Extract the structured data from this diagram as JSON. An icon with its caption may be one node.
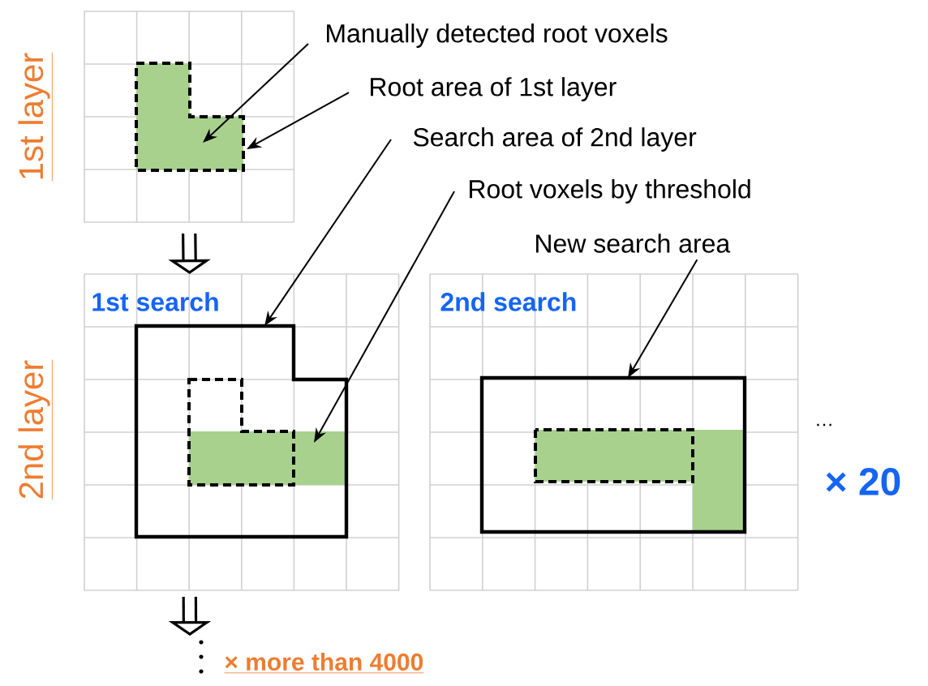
{
  "diagram": {
    "nodes": [
      {
        "text": [],
        "shape": "box"
      },
      {
        "text": [],
        "shape": "box",
        "in": 0
      },
      {
        "text": [
          "Manually detected root voxels"
        ]
      },
      {
        "text": [
          "Root area of 1st layer"
        ]
      },
      {
        "text": [
          "Search area of 2nd layer"
        ]
      },
      {
        "text": [
          "Root voxels by threshold"
        ]
      },
      {
        "text": [
          "New search area"
        ]
      },
      {
        "text": [
          "1st search"
        ]
      },
      {
        "text": [],
        "shape": "box",
        "in": 7
      },
      {
        "text": [],
        "shape": "box",
        "in": 8
      },
      {
        "text": [
          "2nd search"
        ]
      },
      {
        "text": [],
        "shape": "box",
        "in": 10
      }
    ],
    "edges": [
      {
        "from": 2,
        "to": 1,
        "arrow": "to"
      },
      {
        "from": 3,
        "to": 1,
        "arrow": "to"
      },
      {
        "from": 4,
        "to": 8,
        "arrow": "to"
      },
      {
        "from": 5,
        "to": 9,
        "arrow": "to"
      },
      {
        "from": 6,
        "to": 11,
        "arrow": "to"
      },
      {
        "from": 0,
        "to": 7,
        "arrow": "to",
        "style": "thick"
      },
      {
        "from": 7,
        "to": null,
        "arrow": "to",
        "style": "thick"
      }
    ],
    "labels": [
      "1st layer",
      "2nd layer",
      "…",
      "× 20",
      "× more than 4000"
    ]
  }
}
